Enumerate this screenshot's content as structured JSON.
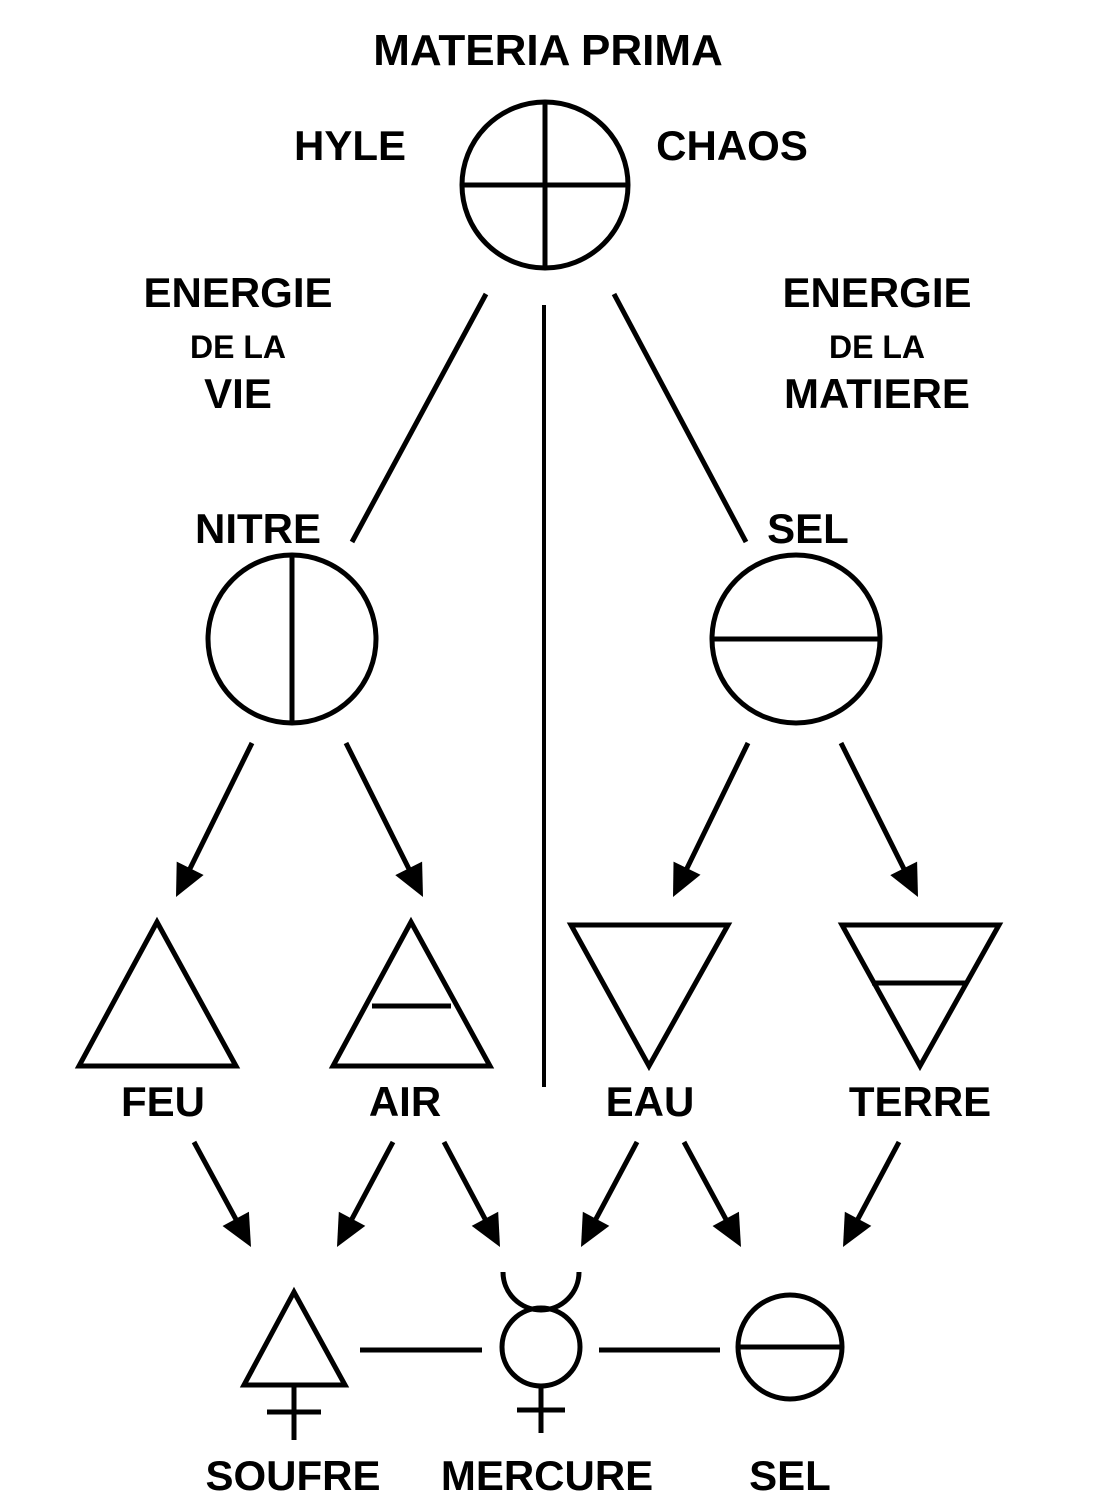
{
  "diagram": {
    "title": "MATERIA PRIMA",
    "top_left_label": "HYLE",
    "top_right_label": "CHAOS",
    "left_energy": {
      "line1": "ENERGIE",
      "line2": "DE LA",
      "line3": "VIE"
    },
    "right_energy": {
      "line1": "ENERGIE",
      "line2": "DE LA",
      "line3": "MATIERE"
    },
    "nitre_label": "NITRE",
    "sel_upper_label": "SEL",
    "elements": {
      "fire": "FEU",
      "air": "AIR",
      "water": "EAU",
      "earth": "TERRE"
    },
    "principles": {
      "sulfur": "SOUFRE",
      "mercury": "MERCURE",
      "salt": "SEL"
    },
    "colors": {
      "ink": "#000000",
      "background": "#ffffff"
    }
  }
}
